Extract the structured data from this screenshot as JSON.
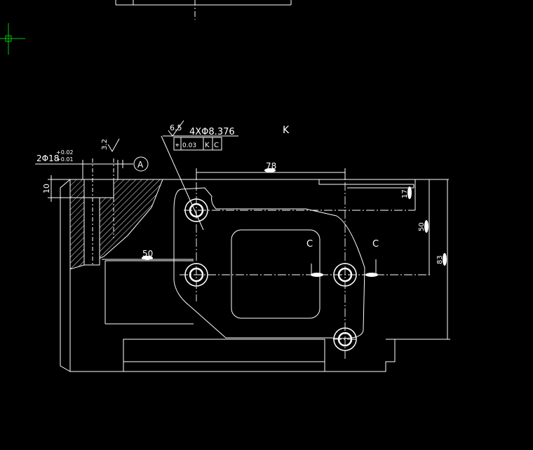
{
  "viewport": {
    "background": "#000000",
    "line_color": "#ffffff",
    "cursor_color": "#00c800"
  },
  "cursor": {
    "icon": "crosshair-cursor-icon"
  },
  "annotations": {
    "view_label": "K",
    "roughness_top": "6.5",
    "hole_callout": "4XΦ8.376",
    "position_tol": {
      "symbol": "⌖",
      "value": "0.03",
      "datum1": "K",
      "datum2": "C"
    },
    "bore_callout": "2Φ18",
    "bore_tol_upper": "+0.02",
    "bore_tol_lower": "+0.01",
    "roughness_left": "3.2",
    "datum_a": "A",
    "dim_78": "78",
    "dim_10": "10",
    "dim_50_h": "50",
    "dim_17": "17",
    "dim_50_v": "50",
    "dim_83": "83",
    "section_c_left": "C",
    "section_c_right": "C"
  }
}
